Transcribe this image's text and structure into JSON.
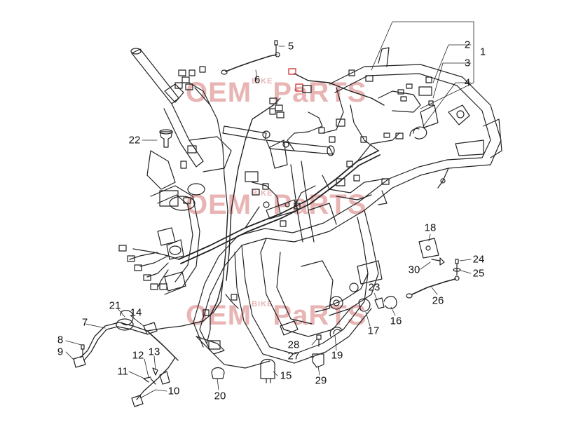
{
  "watermark": {
    "oem": "OEM",
    "bike": "BIKE",
    "parts": "PaRTS"
  },
  "callouts": [
    {
      "id": "c1",
      "text": "1"
    },
    {
      "id": "c2",
      "text": "2"
    },
    {
      "id": "c3",
      "text": "3"
    },
    {
      "id": "c4",
      "text": "4"
    },
    {
      "id": "c5",
      "text": "5"
    },
    {
      "id": "c6",
      "text": "6"
    },
    {
      "id": "c7",
      "text": "7"
    },
    {
      "id": "c8",
      "text": "8"
    },
    {
      "id": "c9",
      "text": "9"
    },
    {
      "id": "c10",
      "text": "10"
    },
    {
      "id": "c11",
      "text": "11"
    },
    {
      "id": "c12",
      "text": "12"
    },
    {
      "id": "c13",
      "text": "13"
    },
    {
      "id": "c14",
      "text": "14"
    },
    {
      "id": "c15",
      "text": "15"
    },
    {
      "id": "c16",
      "text": "16"
    },
    {
      "id": "c17",
      "text": "17"
    },
    {
      "id": "c18",
      "text": "18"
    },
    {
      "id": "c19",
      "text": "19"
    },
    {
      "id": "c20",
      "text": "20"
    },
    {
      "id": "c21",
      "text": "21"
    },
    {
      "id": "c22",
      "text": "22"
    },
    {
      "id": "c23",
      "text": "23"
    },
    {
      "id": "c24",
      "text": "24"
    },
    {
      "id": "c25",
      "text": "25"
    },
    {
      "id": "c26",
      "text": "26"
    },
    {
      "id": "c27",
      "text": "27"
    },
    {
      "id": "c28",
      "text": "28"
    },
    {
      "id": "c29",
      "text": "29"
    },
    {
      "id": "c30",
      "text": "30"
    }
  ],
  "colors": {
    "line": "#222222",
    "watermark": "#e8b4b4",
    "connector": "#cc2222"
  }
}
